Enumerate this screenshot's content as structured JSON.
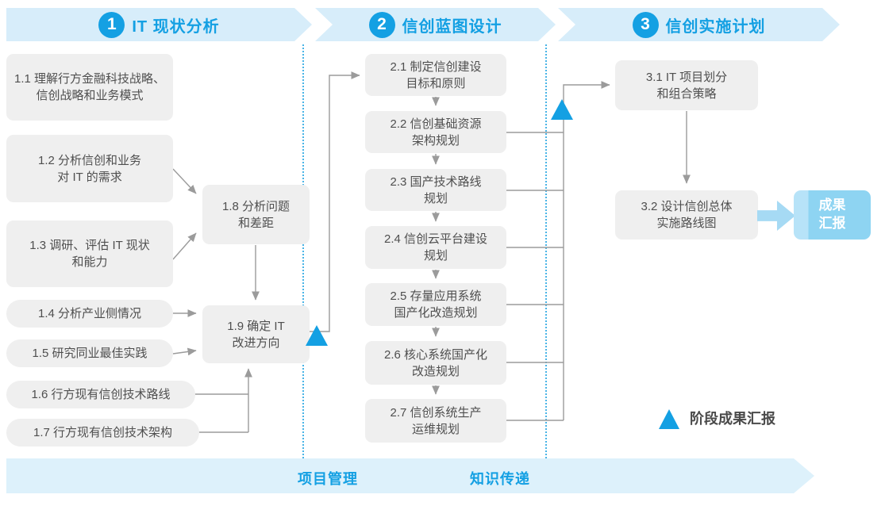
{
  "phase1": {
    "number": "1",
    "title": "IT 现状分析",
    "box_1_1": "1.1 理解行方金融科技战略、\n信创战略和业务模式",
    "box_1_2": "1.2 分析信创和业务\n对 IT 的需求",
    "box_1_3": "1.3 调研、评估 IT 现状\n和能力",
    "box_1_4": "1.4 分析产业侧情况",
    "box_1_5": "1.5 研究同业最佳实践",
    "box_1_6": "1.6 行方现有信创技术路线",
    "box_1_7": "1.7 行方现有信创技术架构",
    "box_1_8": "1.8 分析问题\n和差距",
    "box_1_9": "1.9 确定 IT\n改进方向"
  },
  "phase2": {
    "number": "2",
    "title": "信创蓝图设计",
    "box_2_1": "2.1 制定信创建设\n目标和原则",
    "box_2_2": "2.2 信创基础资源\n架构规划",
    "box_2_3": "2.3 国产技术路线\n规划",
    "box_2_4": "2.4 信创云平台建设\n规划",
    "box_2_5": "2.5 存量应用系统\n国产化改造规划",
    "box_2_6": "2.6 核心系统国产化\n改造规划",
    "box_2_7": "2.7 信创系统生产\n运维规划"
  },
  "phase3": {
    "number": "3",
    "title": "信创实施计划",
    "box_3_1": "3.1 IT 项目划分\n和组合策略",
    "box_3_2": "3.2 设计信创总体\n实施路线图",
    "outcome": "成果\n汇报"
  },
  "legend": {
    "label": "阶段成果汇报"
  },
  "footer": {
    "item1": "项目管理",
    "item2": "知识传递"
  },
  "colors": {
    "accent_blue": "#14a0e3",
    "banner_bg": "#d7edfa",
    "footer_bg": "#ddf1fb",
    "box_bg": "#efefef",
    "box_text": "#4f4f4f",
    "line_gray": "#9b9b9b",
    "outcome_bg": "#8ed4f2",
    "fat_arrow": "#a6daf4"
  }
}
